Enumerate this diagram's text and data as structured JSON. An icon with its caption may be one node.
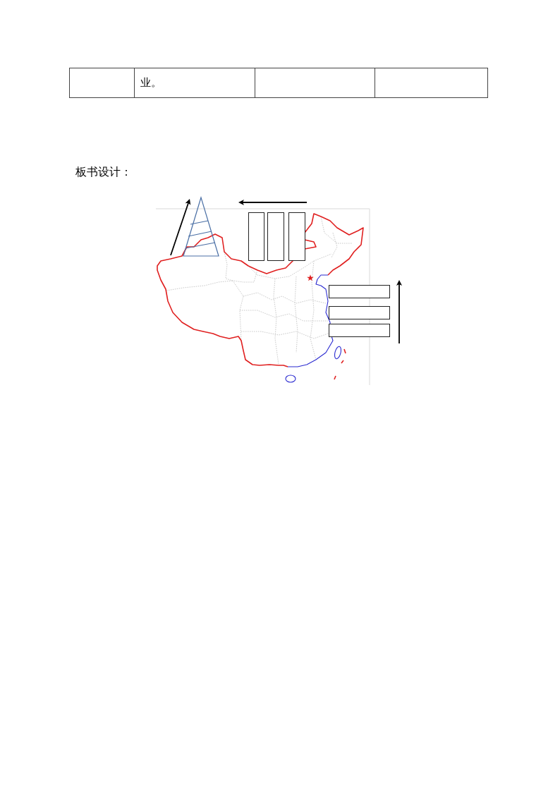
{
  "diagram": {
    "title": "板书设计：",
    "nodes": [
      {
        "text": [],
        "shape": "box"
      },
      {
        "text": [],
        "shape": "box"
      },
      {
        "text": [],
        "shape": "box"
      },
      {
        "text": [],
        "shape": "box"
      },
      {
        "text": [],
        "shape": "box"
      },
      {
        "text": [],
        "shape": "box"
      }
    ],
    "labels": [
      "业。"
    ]
  }
}
